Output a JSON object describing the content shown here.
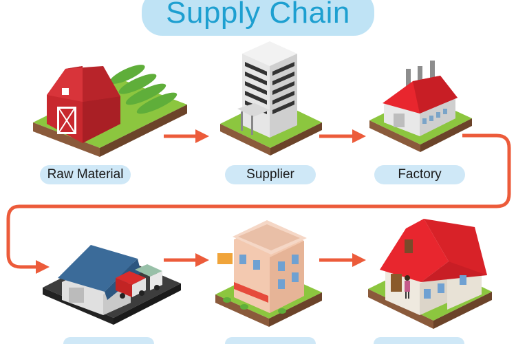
{
  "title": "Supply Chain",
  "stages": [
    {
      "id": "raw-material",
      "label": "Raw Material"
    },
    {
      "id": "supplier",
      "label": "Supplier"
    },
    {
      "id": "factory",
      "label": "Factory"
    },
    {
      "id": "distributor",
      "label": ""
    },
    {
      "id": "retailer",
      "label": ""
    },
    {
      "id": "customer",
      "label": ""
    }
  ],
  "colors": {
    "title_pill": "#bfe3f5",
    "title_text": "#1d9fd0",
    "label_pill": "#cfe8f7",
    "arrow": "#ec5b3a",
    "grass": "#8cc63f",
    "soil": "#8a5a3b"
  }
}
